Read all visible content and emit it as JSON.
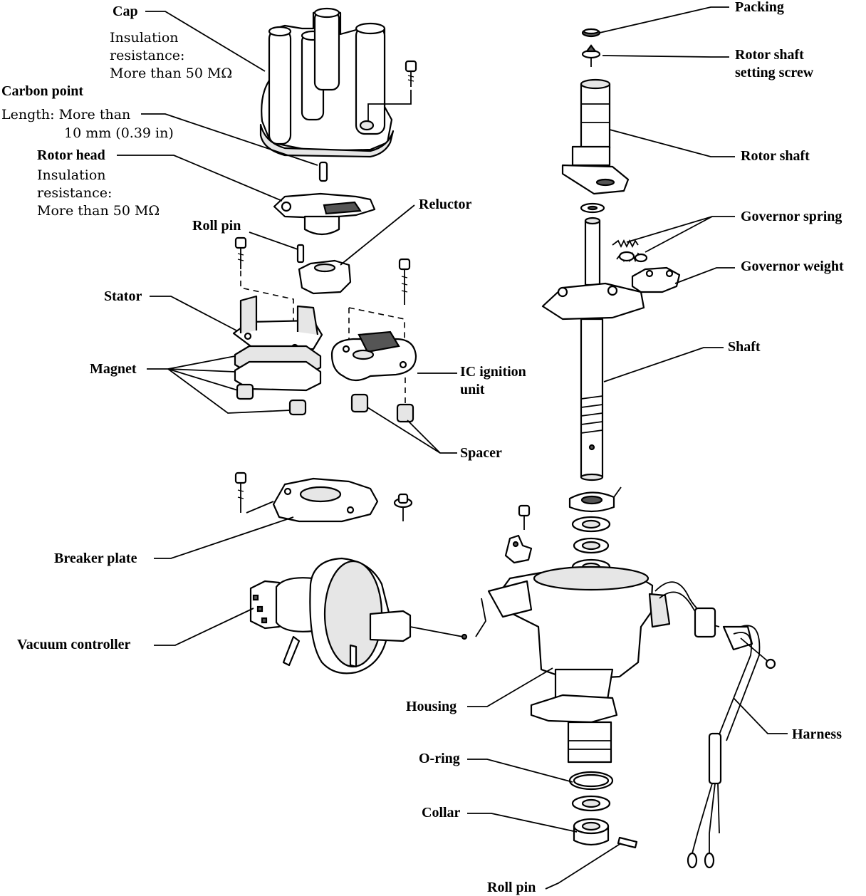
{
  "labels": {
    "cap": "Cap",
    "cap_note_1": "Insulation",
    "cap_note_2": "resistance:",
    "cap_note_3": "More than 50 MΩ",
    "carbon_point": "Carbon point",
    "carbon_len_1": "Length:  More than",
    "carbon_len_2": "10 mm (0.39 in)",
    "rotor_head": "Rotor head",
    "rotor_note_1": "Insulation",
    "rotor_note_2": "resistance:",
    "rotor_note_3": "More than 50 MΩ",
    "reluctor": "Reluctor",
    "roll_pin_top": "Roll pin",
    "stator": "Stator",
    "magnet": "Magnet",
    "ic_unit_1": "IC ignition",
    "ic_unit_2": "unit",
    "spacer": "Spacer",
    "breaker_plate": "Breaker plate",
    "vacuum_controller": "Vacuum controller",
    "housing": "Housing",
    "o_ring": "O-ring",
    "collar": "Collar",
    "roll_pin_bottom": "Roll pin",
    "packing": "Packing",
    "rotor_shaft_screw_1": "Rotor shaft",
    "rotor_shaft_screw_2": "setting screw",
    "rotor_shaft": "Rotor shaft",
    "governor_spring": "Governor spring",
    "governor_weight": "Governor weight",
    "shaft": "Shaft",
    "harness": "Harness"
  }
}
